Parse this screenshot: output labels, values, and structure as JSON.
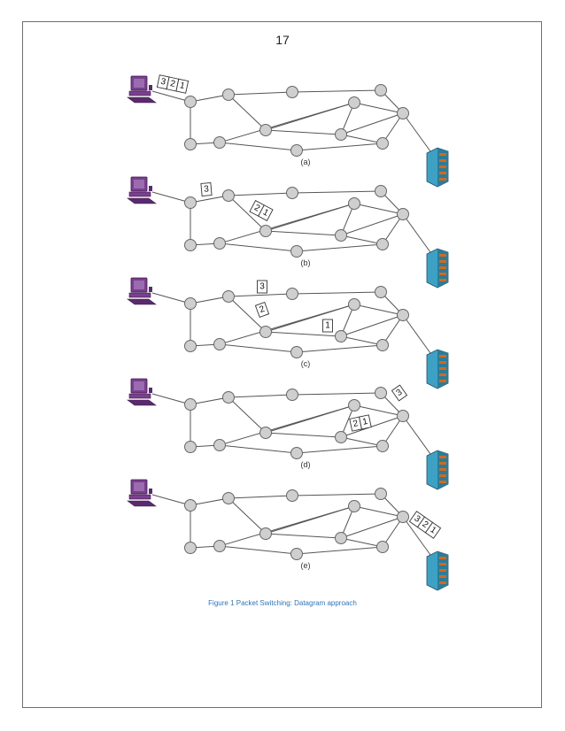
{
  "page_number": "17",
  "caption": "Figure 1  Packet Switching: Datagram approach",
  "panels": [
    {
      "label": "(a)",
      "packets": [
        {
          "group": [
            "3",
            "2",
            "1"
          ],
          "at": "host",
          "rotate": 12
        }
      ]
    },
    {
      "label": "(b)",
      "packets": [
        {
          "group": [
            "3"
          ],
          "at": "e1",
          "rotate": -5
        },
        {
          "group": [
            "2",
            "1"
          ],
          "at": "e2",
          "rotate": 28
        }
      ]
    },
    {
      "label": "(c)",
      "packets": [
        {
          "group": [
            "3"
          ],
          "at": "e3",
          "rotate": 0
        },
        {
          "group": [
            "2"
          ],
          "at": "e4",
          "rotate": -20
        },
        {
          "group": [
            "1"
          ],
          "at": "e5",
          "rotate": 0
        }
      ]
    },
    {
      "label": "(d)",
      "packets": [
        {
          "group": [
            "3"
          ],
          "at": "e6",
          "rotate": -35
        },
        {
          "group": [
            "2",
            "1"
          ],
          "at": "e7",
          "rotate": -12
        }
      ]
    },
    {
      "label": "(e)",
      "packets": [
        {
          "group": [
            "3",
            "2",
            "1"
          ],
          "at": "server",
          "rotate": 35
        }
      ]
    }
  ],
  "colors": {
    "host": "#7a3f8f",
    "server": "#3ea1c4",
    "caption": "#2e75b6"
  },
  "icons": {
    "host": "desktop-computer-icon",
    "server": "server-tower-icon"
  }
}
